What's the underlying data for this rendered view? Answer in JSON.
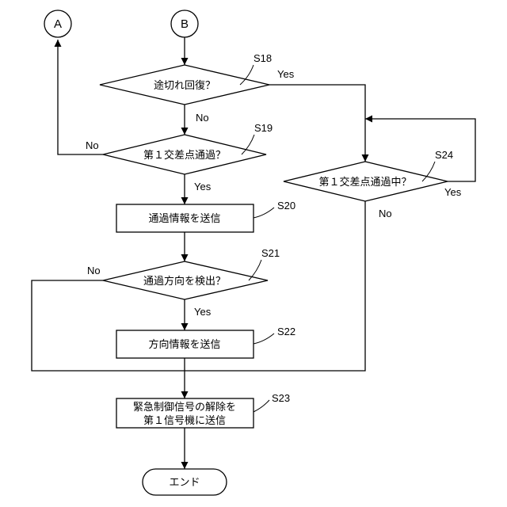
{
  "connectors": {
    "a": "A",
    "b": "B"
  },
  "steps": {
    "s18": {
      "id": "S18",
      "text": "途切れ回復？"
    },
    "s19": {
      "id": "S19",
      "text": "第１交差点通過？"
    },
    "s20": {
      "id": "S20",
      "text": "通過情報を送信"
    },
    "s21": {
      "id": "S21",
      "text": "通過方向を検出？"
    },
    "s22": {
      "id": "S22",
      "text": "方向情報を送信"
    },
    "s23": {
      "id": "S23",
      "line1": "緊急制御信号の解除を",
      "line2": "第１信号機に送信"
    },
    "s24": {
      "id": "S24",
      "text": "第１交差点通過中？"
    }
  },
  "branches": {
    "s18_yes": "Yes",
    "s18_no": "No",
    "s19_no": "No",
    "s19_yes": "Yes",
    "s21_no": "No",
    "s21_yes": "Yes",
    "s24_yes": "Yes",
    "s24_no": "No"
  },
  "terminal": {
    "end": "エンド"
  }
}
